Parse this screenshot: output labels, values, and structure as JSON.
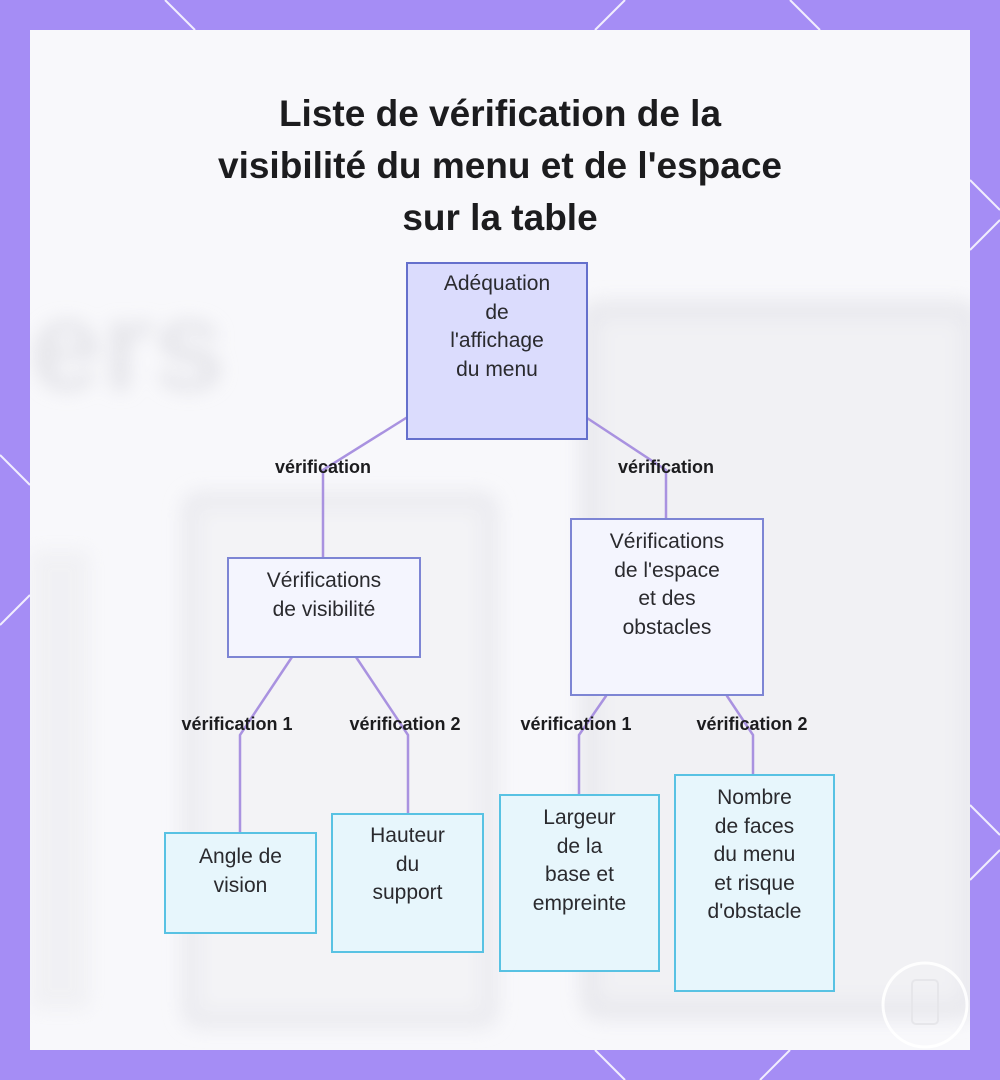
{
  "title_lines": [
    "Liste de vérification de la",
    "visibilité du menu et de l'espace",
    "sur la table"
  ],
  "nodes": {
    "root": "Adéquation\nde\nl'affichage\ndu menu",
    "visibility": "Vérifications\nde visibilité",
    "space": "Vérifications\nde l'espace\net des\nobstacles",
    "angle": "Angle de\nvision",
    "height": "Hauteur\ndu\nsupport",
    "width": "Largeur\nde la\nbase et\nempreinte",
    "faces": "Nombre\nde faces\ndu menu\net risque\nd'obstacle"
  },
  "edge_labels": {
    "root_visibility": "vérification",
    "root_space": "vérification",
    "vis_angle": "vérification 1",
    "vis_height": "vérification 2",
    "space_width": "vérification 1",
    "space_faces": "vérification 2"
  },
  "colors": {
    "frame": "#a58df5",
    "card": "#f8f8fb",
    "connector": "#a992e0",
    "root_fill": "#dbdcfd",
    "mid_fill": "#f4f5fe",
    "leaf_fill": "#e7f6fc",
    "leaf_border": "#58c2e3"
  },
  "background_watermark_text": "ers"
}
